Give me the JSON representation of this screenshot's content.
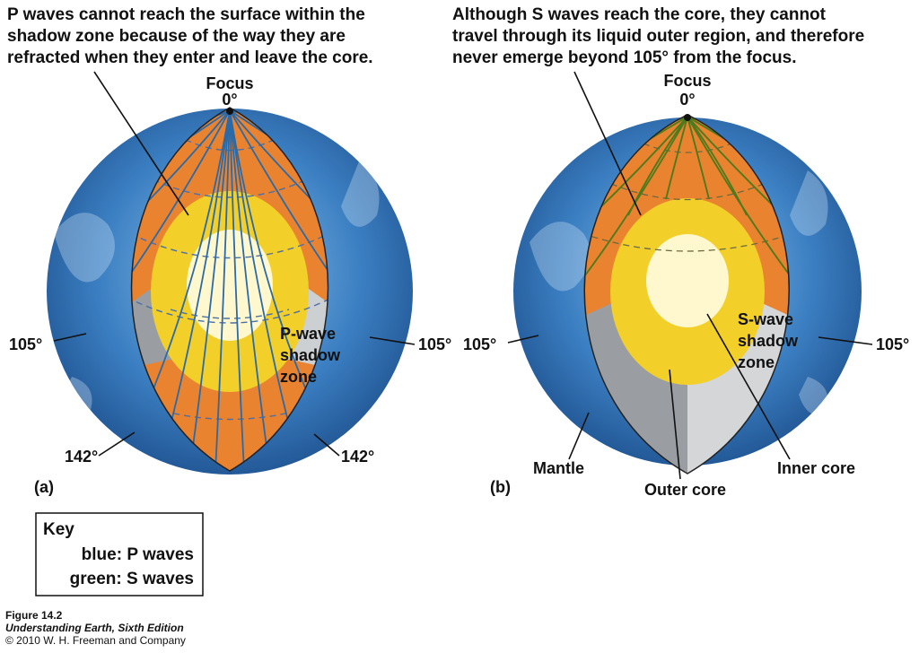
{
  "panel_a": {
    "caption": [
      "P waves cannot reach the surface within the",
      "shadow zone because of the way they are",
      "refracted when they enter and leave the core."
    ],
    "focus_label": "Focus",
    "focus_degree": "0°",
    "left_105": "105°",
    "right_105": "105°",
    "left_142": "142°",
    "right_142": "142°",
    "shadow_label": [
      "P-wave",
      "shadow",
      "zone"
    ],
    "panel_letter": "(a)"
  },
  "panel_b": {
    "caption": [
      "Although S waves reach the core, they cannot",
      "travel through its liquid outer region, and therefore",
      "never emerge beyond 105° from the focus."
    ],
    "focus_label": "Focus",
    "focus_degree": "0°",
    "left_105": "105°",
    "right_105": "105°",
    "shadow_label": [
      "S-wave",
      "shadow",
      "zone"
    ],
    "mantle": "Mantle",
    "outer_core": "Outer core",
    "inner_core": "Inner core",
    "panel_letter": "(b)"
  },
  "key": {
    "title": "Key",
    "p_row": "blue:  P waves",
    "s_row": "green:  S waves"
  },
  "figure": {
    "number": "Figure 14.2",
    "book": "Understanding Earth, Sixth Edition",
    "copyright": "© 2010 W. H. Freeman and Company"
  },
  "colors": {
    "ocean": "#2f6fb3",
    "mantle_orange": "#e9822f",
    "mantle_gray": "#9a9ea3",
    "outer_core": "#f3cf2a",
    "inner_core": "#fff8cf",
    "p_wave": "#2b6aa8",
    "s_wave": "#4f7a1c"
  }
}
